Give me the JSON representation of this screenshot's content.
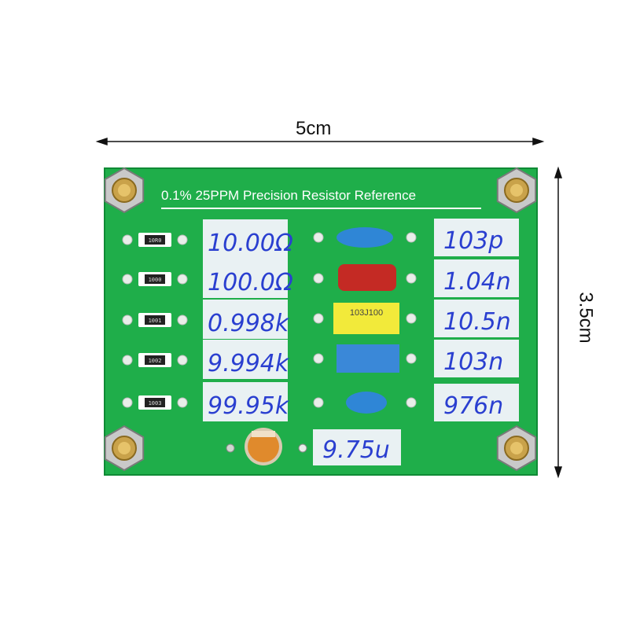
{
  "dimensions": {
    "width_label": "5cm",
    "height_label": "3.5cm"
  },
  "board": {
    "title": "0.1% 25PPM Precision Resistor Reference",
    "colors": {
      "pcb": "#1fae4a",
      "pcb_edge": "#0f8a35",
      "label_paper": "#e9f1f3",
      "ink": "#2a3fd0",
      "silk": "#ffffff"
    }
  },
  "resistors": {
    "smd_codes": [
      "10R0",
      "1000",
      "1001",
      "1002",
      "1003"
    ],
    "values": [
      "10.00Ω",
      "100.0Ω",
      "0.998k",
      "9.994k",
      "99.95k"
    ]
  },
  "capacitors": {
    "film_cap_marking": "103J100",
    "values": [
      "103p",
      "1.04n",
      "10.5n",
      "103n",
      "976n"
    ]
  },
  "extra": {
    "value": "9.75u"
  }
}
